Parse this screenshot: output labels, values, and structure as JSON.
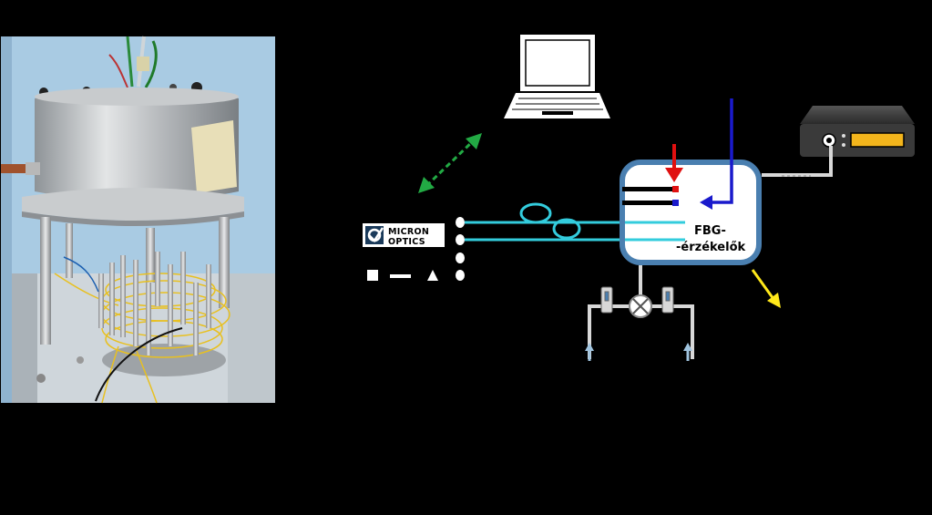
{
  "photo": {
    "subject": "Cryostat / pressure vessel with fiber-optic coils (photograph)",
    "background_color": "#9fc3de"
  },
  "logo": {
    "line1": "MICRON",
    "line2": "OPTICS"
  },
  "vessel": {
    "label_line1": "FBG-",
    "label_line2": "-érzékelők",
    "fill_color": "#ffffff",
    "border_color": "#4a7fb0"
  },
  "colors": {
    "fiber": "#33ccdd",
    "heat_arrow": "#e01010",
    "cool_arrow": "#1a1acc",
    "data_link": "#22aa44",
    "output_arrow": "#ffe81a",
    "device_display": "#f3b51c",
    "pipe": "#ffffff",
    "inlet_arrow": "#9fc3de"
  },
  "icons": {
    "computer": "laptop-icon",
    "meter": "thermometer-device-icon",
    "valve": "valve-icon",
    "legend_square": "square-icon",
    "legend_line": "line-icon",
    "legend_triangle": "triangle-icon"
  }
}
